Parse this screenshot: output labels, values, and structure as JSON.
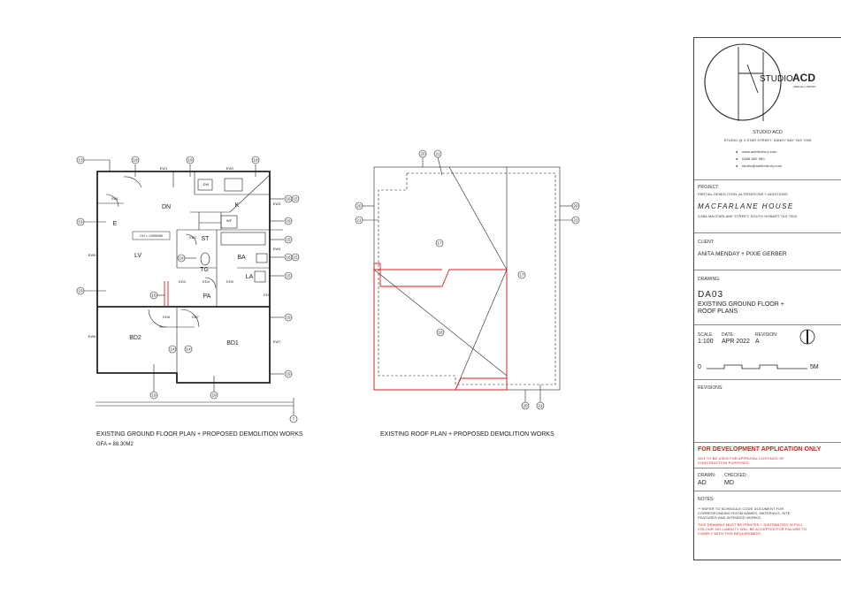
{
  "colors": {
    "line": "#222222",
    "demolition": "#e01b1b",
    "text": "#222222"
  },
  "floor_plan": {
    "caption": "EXISTING GROUND FLOOR PLAN + PROPOSED DEMOLITION WORKS",
    "gfa": "GFA = 88.30M2",
    "room_labels": {
      "dn": "DN",
      "k": "K",
      "e": "E",
      "lv": "LV",
      "st": "ST",
      "ba": "BA",
      "tg": "TG",
      "la": "LA",
      "pa": "PA",
      "bd2": "BD2",
      "bd1": "BD1",
      "ch_note": "CH = 2400MM"
    },
    "code_labels": {
      "ew1": "EW1",
      "ew2": "EW2",
      "ew3": "EW3",
      "ew4": "EW4",
      "ew5": "EW5",
      "ew6": "EW6",
      "ew7": "EW7",
      "ed1": "ED1",
      "ed2": "ED2",
      "ed3": "ED3",
      "ed4": "ED4",
      "ed5": "ED5",
      "ed6": "ED6",
      "ed7": "ED7",
      "ed8": "ED8",
      "dw": "DW",
      "wf": "WF"
    },
    "tags": {
      "t13": "13",
      "t19": "19",
      "t16": "16",
      "t15": "15",
      "t14": "14",
      "t7": "7"
    }
  },
  "roof_plan": {
    "caption": "EXISTING ROOF PLAN + PROPOSED DEMOLITION WORKS",
    "tags": {
      "t20": "20",
      "t21": "21",
      "t17": "17",
      "t18": "18"
    }
  },
  "title_block": {
    "logo": {
      "studio_text": "STUDIO",
      "acd_text": "ACD",
      "sub_text": "ADELLE C DRURY"
    },
    "firm_name": "STUDIO ACD",
    "firm_address": "STUDIO @ 3 STAR STREET, SANDY BAY TAS 7005",
    "contacts": [
      "www.adelledrury.com",
      "0488 660 960",
      "studio@adelledrury.com"
    ],
    "project_label": "PROJECT:",
    "project_desc": "PARTIAL DEMOLITION, ALTERATIONS + ADDITIONS",
    "project_name": "MACFARLANE HOUSE",
    "project_address": "2/38A MACFARLANE STREET, SOUTH HOBART TAS 7004",
    "client_label": "CLIENT:",
    "client_name": "ANITA MENDAY + PIXIE GERBER",
    "drawing_label": "DRAWING:",
    "drawing_number": "DA03",
    "drawing_title_1": "EXISTING GROUND FLOOR +",
    "drawing_title_2": "ROOF PLANS",
    "scale_label": "SCALE:",
    "scale_value": "1:100",
    "date_label": "DATE:",
    "date_value": "APR 2022",
    "revision_label": "REVISION:",
    "revision_value": "A",
    "scalebar_start": "0",
    "scalebar_end": "5M",
    "revisions_label": "REVISIONS:",
    "status": "FOR DEVELOPMENT APPLICATION ONLY",
    "status_note_1": "NOT TO BE USED FOR APPROVAL COSTINGS OF",
    "status_note_2": "CONSTRUCTION PURPOSES.",
    "drawn_label": "DRAWN:",
    "drawn_value": "AD",
    "checked_label": "CHECKED:",
    "checked_value": "MD",
    "notes_label": "NOTES:",
    "note_1a": "** REFER TO SCHEDULE CODE DOCUMENT FOR",
    "note_1b": "CORRESPONDING ROOM NAMES, MATERIALS, SITE",
    "note_1c": "FEATURES AND INTENDED WORKS.",
    "note_2a": "THIS DRAWING MUST BE PRINTED + DISTRIBUTED IN FULL",
    "note_2b": "COLOUR. NO LIABILITY WILL BE ACCEPTED FOR FAILURE TO",
    "note_2c": "COMPLY WITH THIS REQUIREMENT."
  }
}
